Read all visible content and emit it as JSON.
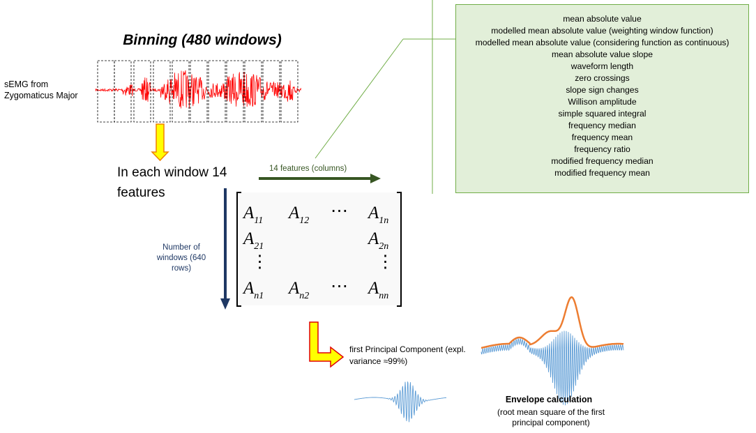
{
  "binning": {
    "title": "Binning (480 windows)"
  },
  "semg": {
    "label": "sEMG from Zygomaticus Major"
  },
  "window_features": {
    "text": "In each window 14 features"
  },
  "matrix": {
    "columns_label": "14 features (columns)",
    "rows_label": "Number of windows (640 rows)",
    "rows": [
      [
        "A",
        "11",
        "A",
        "12",
        "⋯",
        "",
        "A",
        "1n"
      ],
      [
        "A",
        "21",
        "",
        "",
        "",
        "",
        "A",
        "2n"
      ],
      [
        "A",
        "n1",
        "A",
        "n2",
        "⋯",
        "",
        "A",
        "nn"
      ]
    ]
  },
  "features_list": [
    "mean absolute value",
    "modelled mean absolute value (weighting window function)",
    "modelled mean absolute value (considering function as continuous)",
    "mean absolute value slope",
    "waveform length",
    "zero crossings",
    "slope sign changes",
    "Willison amplitude",
    "simple squared integral",
    "frequency median",
    "frequency mean",
    "frequency ratio",
    "modified frequency median",
    "modified frequency mean"
  ],
  "principal_component": {
    "label": "first Principal Component (expl. variance ≈99%)"
  },
  "envelope": {
    "title": "Envelope calculation",
    "subtitle": "(root mean square of the first principal component)"
  },
  "colors": {
    "signal": "#ff0000",
    "pc_signal": "#5b9bd5",
    "envelope": "#ed7d31",
    "box_fill": "#e2efd9",
    "box_border": "#70ad47",
    "feature_arrow": "#375623",
    "window_arrow": "#1f3864",
    "yellow_arrow_fill": "#ffff00"
  }
}
